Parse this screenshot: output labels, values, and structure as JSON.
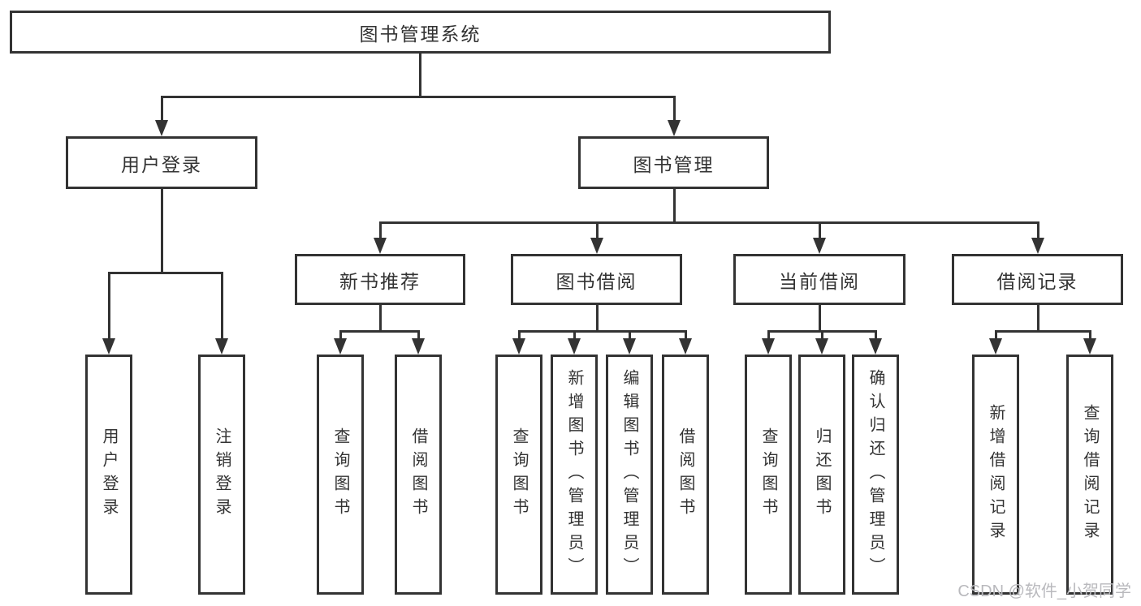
{
  "tree": {
    "label": "图书管理系统",
    "children": [
      {
        "label": "用户登录",
        "children": [
          {
            "label": "用户登录"
          },
          {
            "label": "注销登录"
          }
        ]
      },
      {
        "label": "图书管理",
        "children": [
          {
            "label": "新书推荐",
            "children": [
              {
                "label": "查询图书"
              },
              {
                "label": "借阅图书"
              }
            ]
          },
          {
            "label": "图书借阅",
            "children": [
              {
                "label": "查询图书"
              },
              {
                "label": "新增图书（管理员）"
              },
              {
                "label": "编辑图书（管理员）"
              },
              {
                "label": "借阅图书"
              }
            ]
          },
          {
            "label": "当前借阅",
            "children": [
              {
                "label": "查询图书"
              },
              {
                "label": "归还图书"
              },
              {
                "label": "确认归还（管理员）"
              }
            ]
          },
          {
            "label": "借阅记录",
            "children": [
              {
                "label": "新增借阅记录"
              },
              {
                "label": "查询借阅记录"
              }
            ]
          }
        ]
      }
    ]
  },
  "watermark": "CSDN @软件_小贺同学",
  "colors": {
    "line": "#333333",
    "text": "#333333",
    "watermark": "#b9b9bd",
    "background": "#ffffff"
  }
}
